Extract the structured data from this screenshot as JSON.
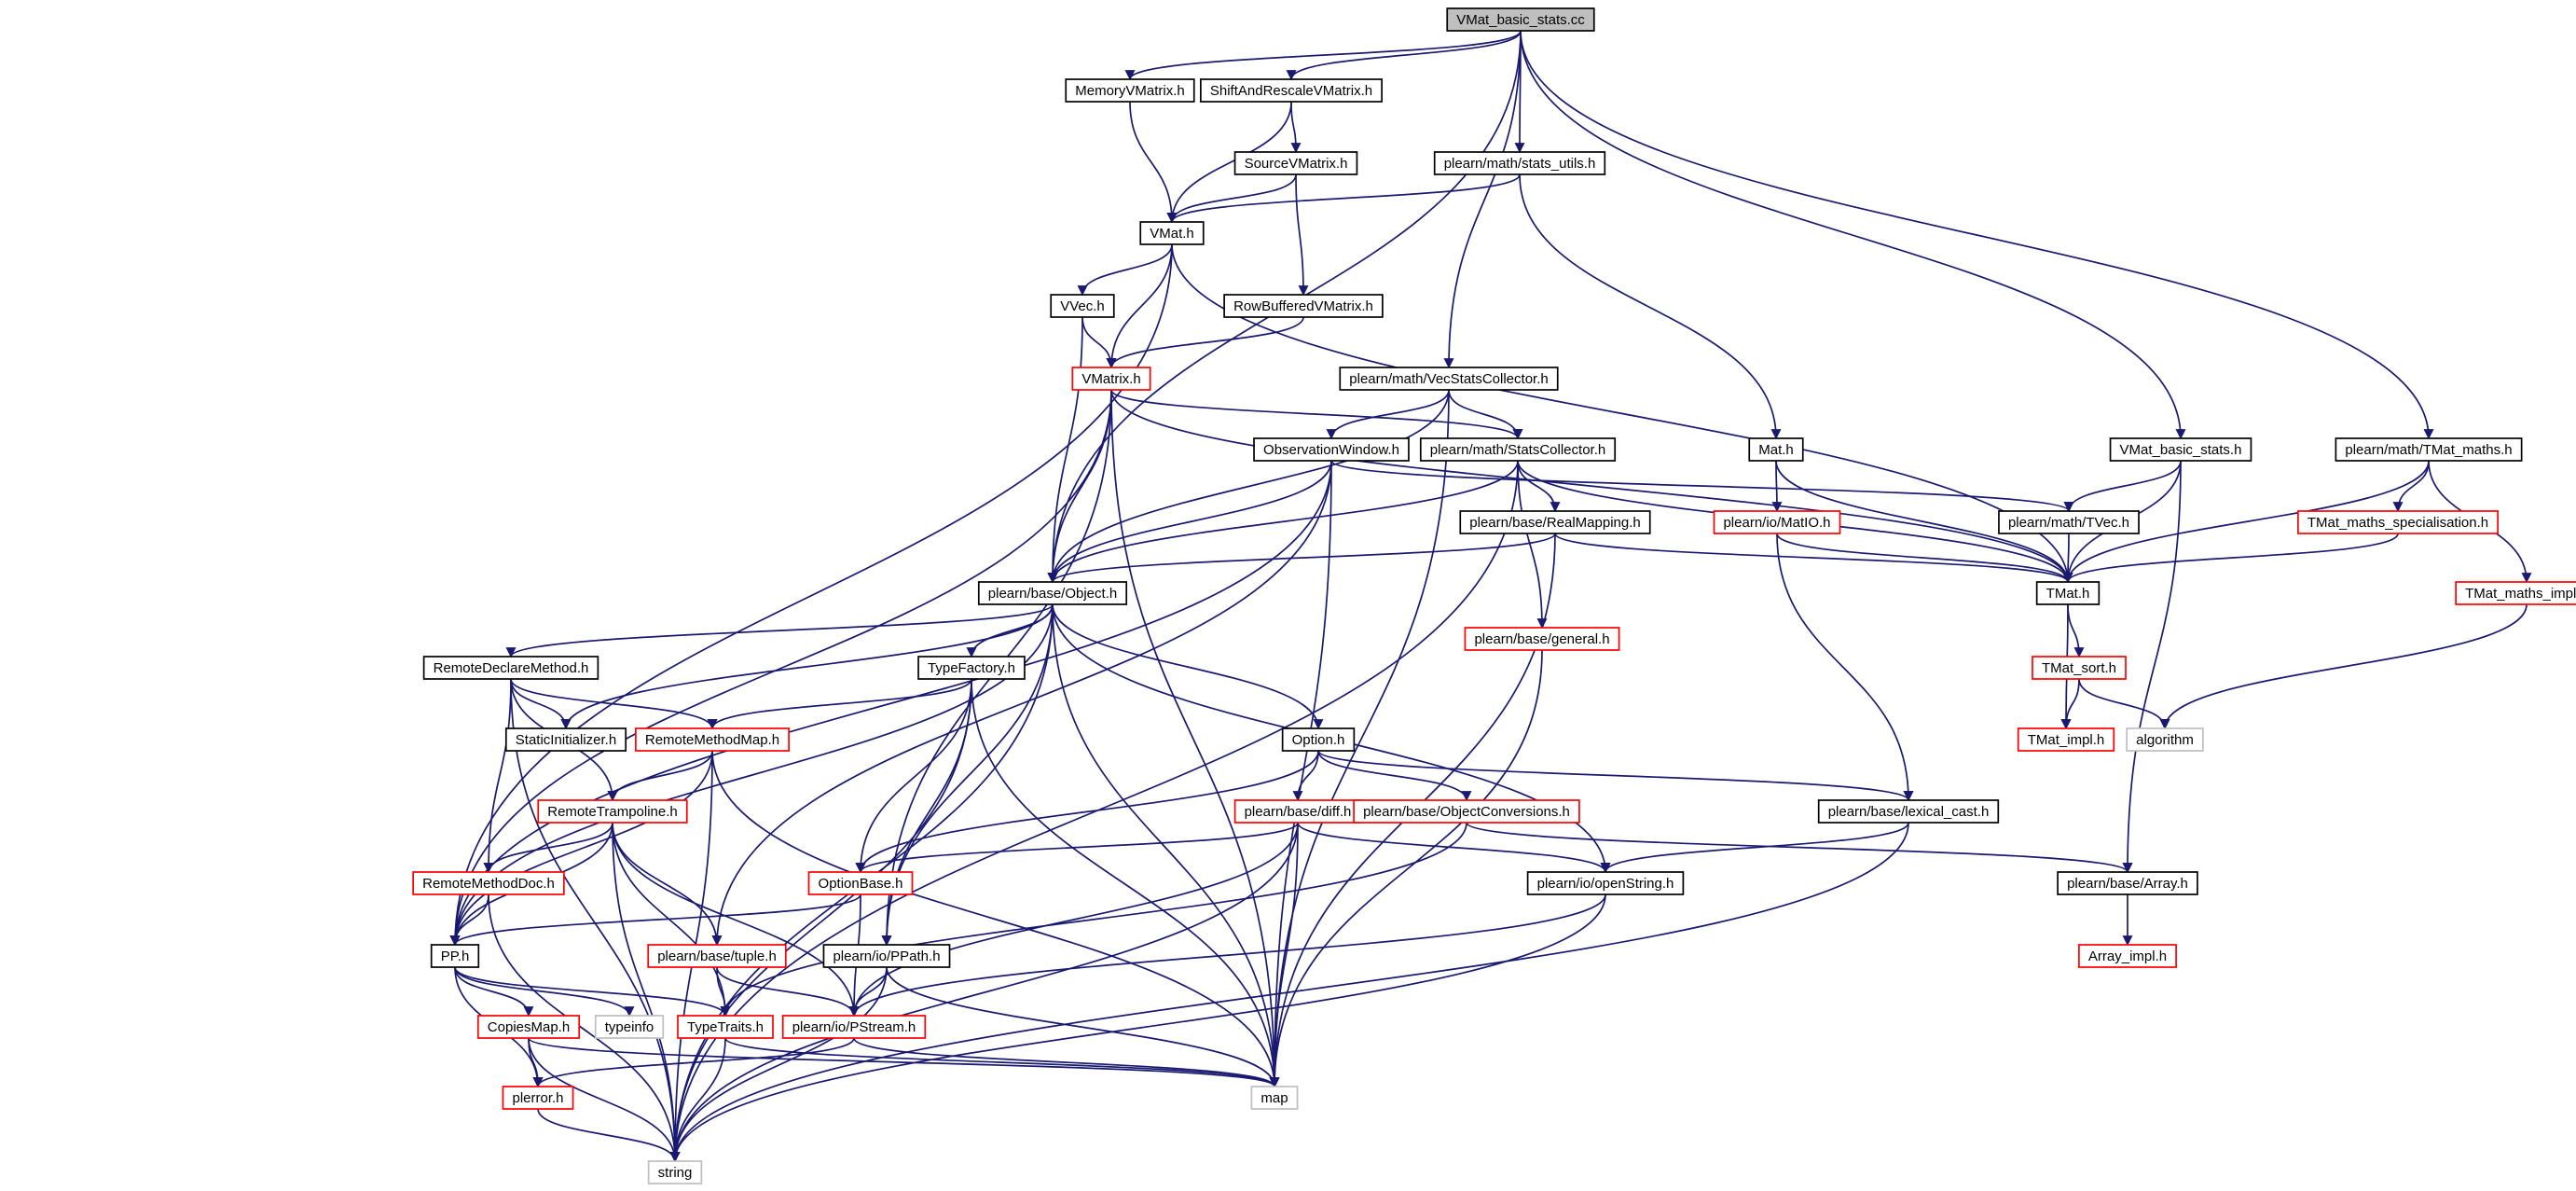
{
  "diagram": {
    "title": "VMat_basic_stats.cc",
    "style": {
      "edge_color": "#191970",
      "root_fill": "#bfbfbf",
      "normal_border": "#000000",
      "incomplete_border": "#ff0000",
      "system_border": "#bfbfbf"
    },
    "nodes": [
      {
        "id": "root",
        "label": "VMat_basic_stats.cc",
        "kind": "root"
      },
      {
        "id": "memoryvmatrix",
        "label": "MemoryVMatrix.h",
        "kind": "normal"
      },
      {
        "id": "shiftrescale",
        "label": "ShiftAndRescaleVMatrix.h",
        "kind": "normal"
      },
      {
        "id": "statsutils",
        "label": "plearn/math/stats_utils.h",
        "kind": "normal"
      },
      {
        "id": "sourcevmatrix",
        "label": "SourceVMatrix.h",
        "kind": "normal"
      },
      {
        "id": "vmat",
        "label": "VMat.h",
        "kind": "normal"
      },
      {
        "id": "vvec",
        "label": "VVec.h",
        "kind": "normal"
      },
      {
        "id": "rowbuffered",
        "label": "RowBufferedVMatrix.h",
        "kind": "normal"
      },
      {
        "id": "vmatrix",
        "label": "VMatrix.h",
        "kind": "red"
      },
      {
        "id": "vecstats",
        "label": "plearn/math/VecStatsCollector.h",
        "kind": "normal"
      },
      {
        "id": "obswindow",
        "label": "ObservationWindow.h",
        "kind": "normal"
      },
      {
        "id": "statscollector",
        "label": "plearn/math/StatsCollector.h",
        "kind": "normal"
      },
      {
        "id": "math",
        "label": "Mat.h",
        "kind": "normal"
      },
      {
        "id": "vmatbasic",
        "label": "VMat_basic_stats.h",
        "kind": "normal"
      },
      {
        "id": "tmatmaths",
        "label": "plearn/math/TMat_maths.h",
        "kind": "normal"
      },
      {
        "id": "realmapping",
        "label": "plearn/base/RealMapping.h",
        "kind": "normal"
      },
      {
        "id": "matio",
        "label": "plearn/io/MatIO.h",
        "kind": "red"
      },
      {
        "id": "tvec",
        "label": "plearn/math/TVec.h",
        "kind": "normal"
      },
      {
        "id": "tmatspec",
        "label": "TMat_maths_specialisation.h",
        "kind": "red"
      },
      {
        "id": "object",
        "label": "plearn/base/Object.h",
        "kind": "normal"
      },
      {
        "id": "general",
        "label": "plearn/base/general.h",
        "kind": "red"
      },
      {
        "id": "tmat",
        "label": "TMat.h",
        "kind": "normal"
      },
      {
        "id": "tmatimplmaths",
        "label": "TMat_maths_impl.h",
        "kind": "red"
      },
      {
        "id": "remotedeclare",
        "label": "RemoteDeclareMethod.h",
        "kind": "normal"
      },
      {
        "id": "typefactory",
        "label": "TypeFactory.h",
        "kind": "normal"
      },
      {
        "id": "tmatsort",
        "label": "TMat_sort.h",
        "kind": "red"
      },
      {
        "id": "staticinit",
        "label": "StaticInitializer.h",
        "kind": "normal"
      },
      {
        "id": "remotemethodmap",
        "label": "RemoteMethodMap.h",
        "kind": "red"
      },
      {
        "id": "option",
        "label": "Option.h",
        "kind": "normal"
      },
      {
        "id": "tmatimpl",
        "label": "TMat_impl.h",
        "kind": "red"
      },
      {
        "id": "algorithm",
        "label": "algorithm",
        "kind": "sys"
      },
      {
        "id": "remotetrampoline",
        "label": "RemoteTrampoline.h",
        "kind": "red"
      },
      {
        "id": "diff",
        "label": "plearn/base/diff.h",
        "kind": "red"
      },
      {
        "id": "objconv",
        "label": "plearn/base/ObjectConversions.h",
        "kind": "red"
      },
      {
        "id": "lexicalcast",
        "label": "plearn/base/lexical_cast.h",
        "kind": "normal"
      },
      {
        "id": "remotemethoddoc",
        "label": "RemoteMethodDoc.h",
        "kind": "red"
      },
      {
        "id": "optionbase",
        "label": "OptionBase.h",
        "kind": "red"
      },
      {
        "id": "openstring",
        "label": "plearn/io/openString.h",
        "kind": "normal"
      },
      {
        "id": "array",
        "label": "plearn/base/Array.h",
        "kind": "normal"
      },
      {
        "id": "pp",
        "label": "PP.h",
        "kind": "normal"
      },
      {
        "id": "tuple",
        "label": "plearn/base/tuple.h",
        "kind": "red"
      },
      {
        "id": "ppath",
        "label": "plearn/io/PPath.h",
        "kind": "normal"
      },
      {
        "id": "arrayimpl",
        "label": "Array_impl.h",
        "kind": "red"
      },
      {
        "id": "copiesmap",
        "label": "CopiesMap.h",
        "kind": "red"
      },
      {
        "id": "typeinfo",
        "label": "typeinfo",
        "kind": "sys"
      },
      {
        "id": "typetraits",
        "label": "TypeTraits.h",
        "kind": "red"
      },
      {
        "id": "pstream",
        "label": "plearn/io/PStream.h",
        "kind": "red"
      },
      {
        "id": "map",
        "label": "map",
        "kind": "sys"
      },
      {
        "id": "plerror",
        "label": "plerror.h",
        "kind": "red"
      },
      {
        "id": "string",
        "label": "string",
        "kind": "sys"
      }
    ]
  }
}
